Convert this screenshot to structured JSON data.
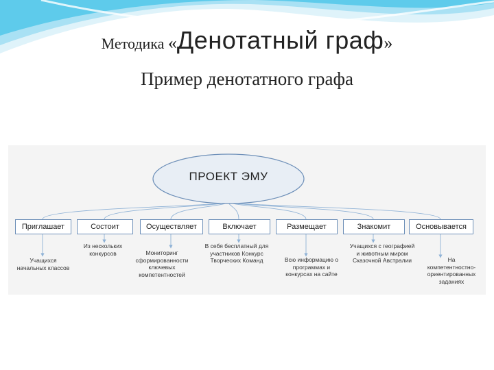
{
  "title": {
    "prefix": "Методика ",
    "open_quote": "«",
    "main": "Денотатный граф",
    "close_quote": "»"
  },
  "subtitle": "Пример денотатного графа",
  "diagram": {
    "center": "ПРОЕКТ ЭМУ",
    "verbs": [
      "Приглашает",
      "Состоит",
      "Осуществляет",
      "Включает",
      "Размещает",
      "Знакомит",
      "Основывается"
    ],
    "leaves": [
      [
        "Учащихся",
        "начальных классов"
      ],
      [
        "Из нескольких",
        "конкурсов"
      ],
      [
        "Мониторинг",
        "сформированности",
        "ключевых",
        "компетентностей"
      ],
      [
        "В себя бесплатный для",
        "участников Конкурс",
        "Творческих Команд"
      ],
      [
        "Всю информацию о",
        "программах и",
        "конкурсах на сайте"
      ],
      [
        "Учащихся с географией",
        "и животным миром",
        "Сказочной Австралии"
      ],
      [
        "На",
        "компетентностно-",
        "ориентированных",
        "заданиях"
      ]
    ]
  },
  "colors": {
    "ellipse_fill": "#e8eef5",
    "border": "#6d8fb8",
    "connector": "#8fb2d6",
    "header_swoosh": "#4fc3e8"
  }
}
